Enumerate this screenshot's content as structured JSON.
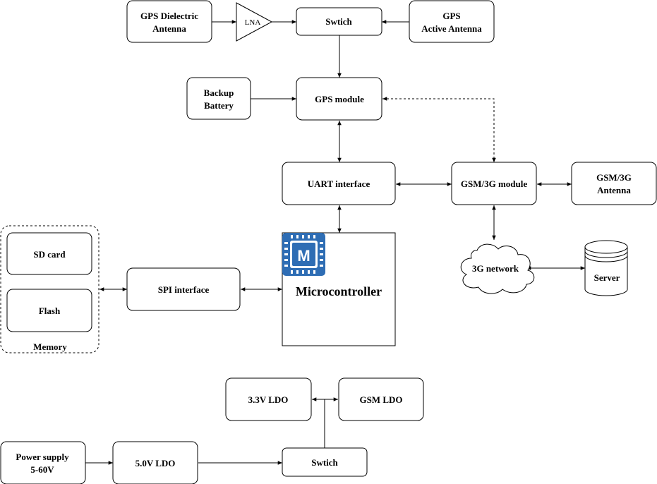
{
  "nodes": {
    "gps_dielectric_antenna": [
      "GPS Dielectric",
      "Antenna"
    ],
    "lna": "LNA",
    "switch_top": "Swtich",
    "gps_active_antenna": [
      "GPS",
      "Active Antenna"
    ],
    "backup_battery": [
      "Backup",
      "Battery"
    ],
    "gps_module": "GPS module",
    "uart_interface": "UART interface",
    "gsm_module": "GSM/3G module",
    "gsm_antenna": [
      "GSM/3G",
      "Antenna"
    ],
    "sd_card": "SD card",
    "flash": "Flash",
    "memory": "Memory",
    "spi_interface": "SPI interface",
    "microcontroller": "Microcontroller",
    "mcu_logo_letter": "M",
    "network_3g": "3G network",
    "server": "Server",
    "ldo_33": "3.3V LDO",
    "gsm_ldo": "GSM LDO",
    "power_supply": [
      "Power supply",
      "5-60V"
    ],
    "ldo_50": "5.0V LDO",
    "switch_bottom": "Swtich"
  },
  "colors": {
    "logo_blue": "#2e6db4",
    "stroke": "#000000"
  }
}
